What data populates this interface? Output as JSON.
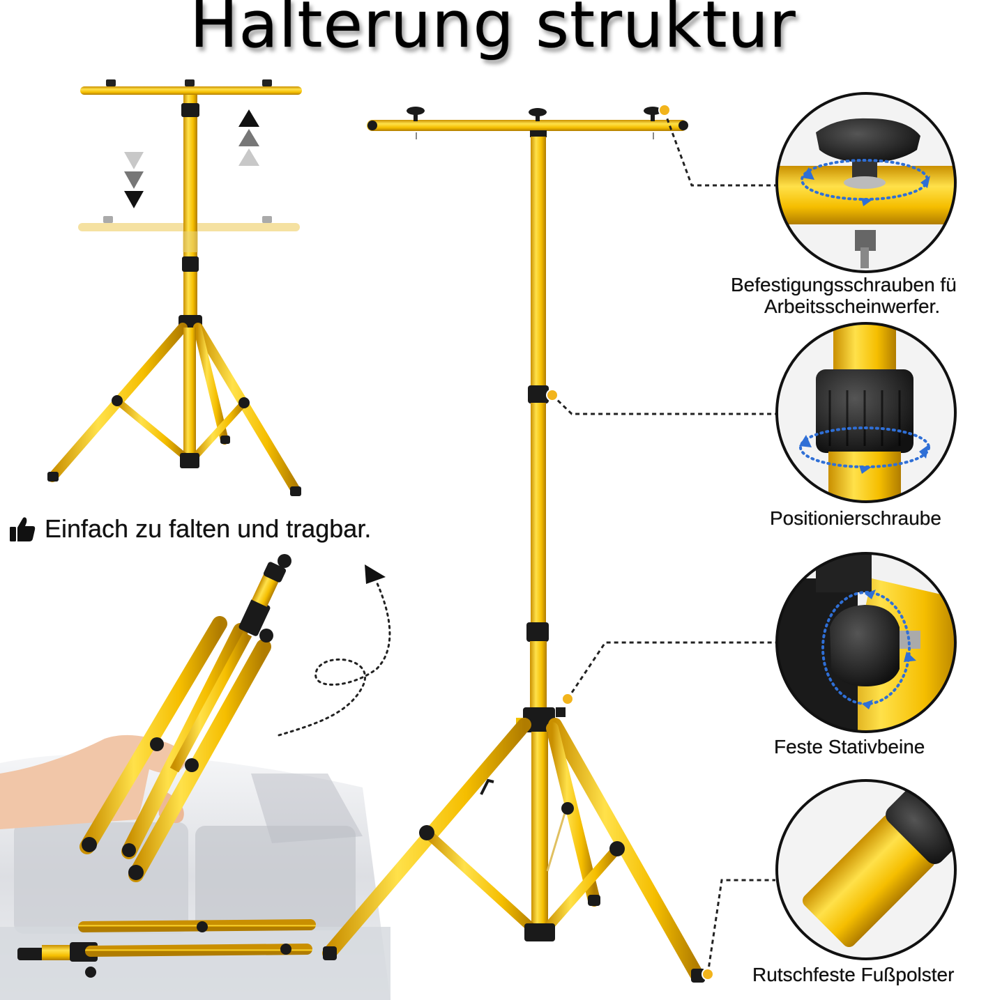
{
  "title": "Halterung struktur",
  "tagline": "Einfach zu falten und tragbar.",
  "features": [
    {
      "line1": "Befestigungsschrauben fü",
      "line2": "Arbeitsscheinwerfer."
    },
    {
      "line1": "Positionierschraube"
    },
    {
      "line1": "Feste Stativbeine"
    },
    {
      "line1": "Rutschfeste Fußpolster"
    }
  ],
  "icons": [
    "thumbs-up-icon",
    "arrow-up-icon",
    "arrow-down-icon"
  ],
  "colors": {
    "yellow": "#F7C300",
    "black": "#111111",
    "dashed": "#222222",
    "accent-blue": "#2F6FD6",
    "marker": "#F2B41C"
  }
}
